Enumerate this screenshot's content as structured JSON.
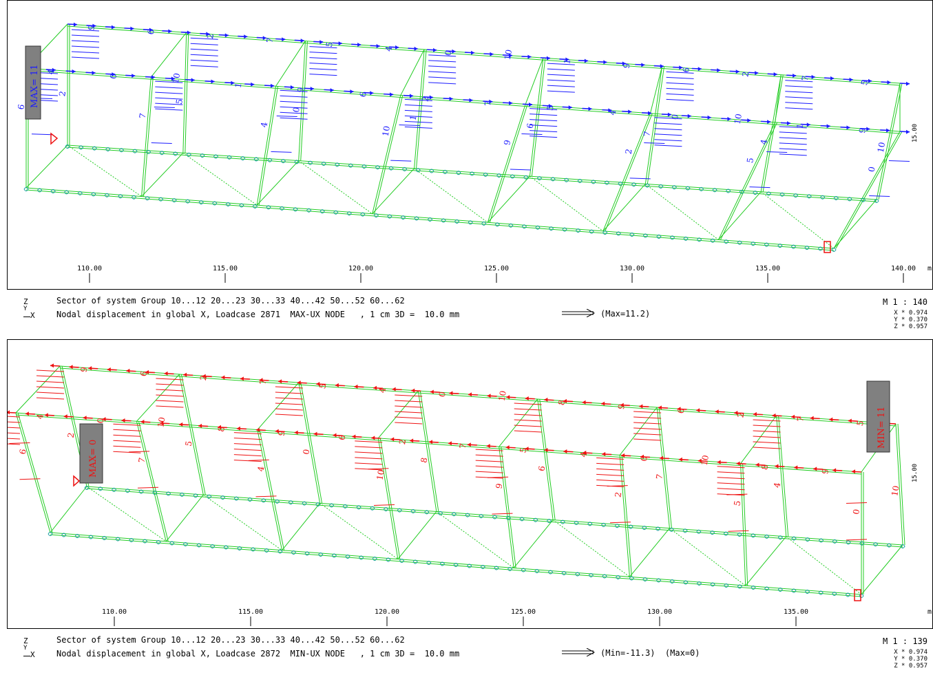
{
  "panels": [
    {
      "x_ticks": [
        "110.00",
        "115.00",
        "120.00",
        "125.00",
        "130.00",
        "135.00",
        "140.00"
      ],
      "axis_unit": "m",
      "side_label": "15.00",
      "extreme_label": "MAX= 11",
      "support_label": "",
      "caption_line1": "Sector of system Group 10...12 20...23 30...33 40...42 50...52 60...62",
      "caption_line2": "Nodal displacement in global X, Loadcase 2871  MAX-UX NODE   , 1 cm 3D =  10.0 mm",
      "range_text": "(Max=11.2)",
      "scale": "M 1 : 140",
      "factors": [
        "X * 0.974",
        "Y * 0.370",
        "Z * 0.957"
      ],
      "accent": "#1a1aff",
      "value_labels": [
        "9",
        "6",
        "2",
        "7",
        "5",
        "4",
        "0",
        "10",
        "1"
      ]
    },
    {
      "x_ticks": [
        "110.00",
        "115.00",
        "120.00",
        "125.00",
        "130.00",
        "135.00"
      ],
      "axis_unit": "m",
      "side_label": "15.00",
      "extreme_label": "MIN= 11",
      "support_label": "MAX= 0",
      "caption_line1": "Sector of system Group 10...12 20...23 30...33 40...42 50...52 60...62",
      "caption_line2": "Nodal displacement in global X, Loadcase 2872  MIN-UX NODE   , 1 cm 3D =  10.0 mm",
      "range_text": "(Min=-11.3)  (Max=0)",
      "scale": "M 1 : 139",
      "factors": [
        "X * 0.974",
        "Y * 0.370",
        "Z * 0.957"
      ],
      "accent": "#ee1111",
      "value_labels": [
        "9",
        "6",
        "2",
        "7",
        "5",
        "4",
        "0",
        "10",
        "8"
      ]
    }
  ],
  "axis_glyph": {
    "z": "Z",
    "y": "Y",
    "x": "X"
  },
  "colors": {
    "frame": "#22cc22",
    "spring": "#1aa0a0",
    "badge": "#808080"
  }
}
